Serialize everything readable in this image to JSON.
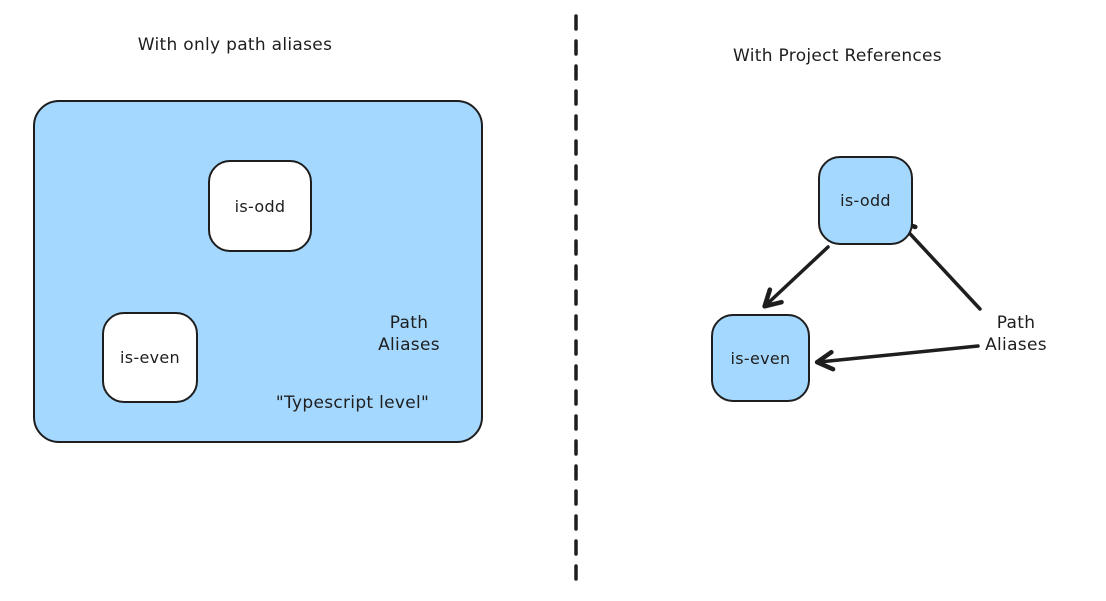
{
  "colors": {
    "background": "#ffffff",
    "node_fill_blue": "#a5d8ff",
    "node_fill_white": "#ffffff",
    "stroke": "#1e1e1e"
  },
  "left": {
    "title": "With only path aliases",
    "container_caption": "\"Typescript level\"",
    "nodes": [
      {
        "label": "is-odd"
      },
      {
        "label": "is-even"
      }
    ],
    "annotation": {
      "line1": "Path",
      "line2": "Aliases"
    }
  },
  "right": {
    "title": "With Project References",
    "nodes": [
      {
        "label": "is-odd"
      },
      {
        "label": "is-even"
      }
    ],
    "annotation": {
      "line1": "Path",
      "line2": "Aliases"
    }
  }
}
